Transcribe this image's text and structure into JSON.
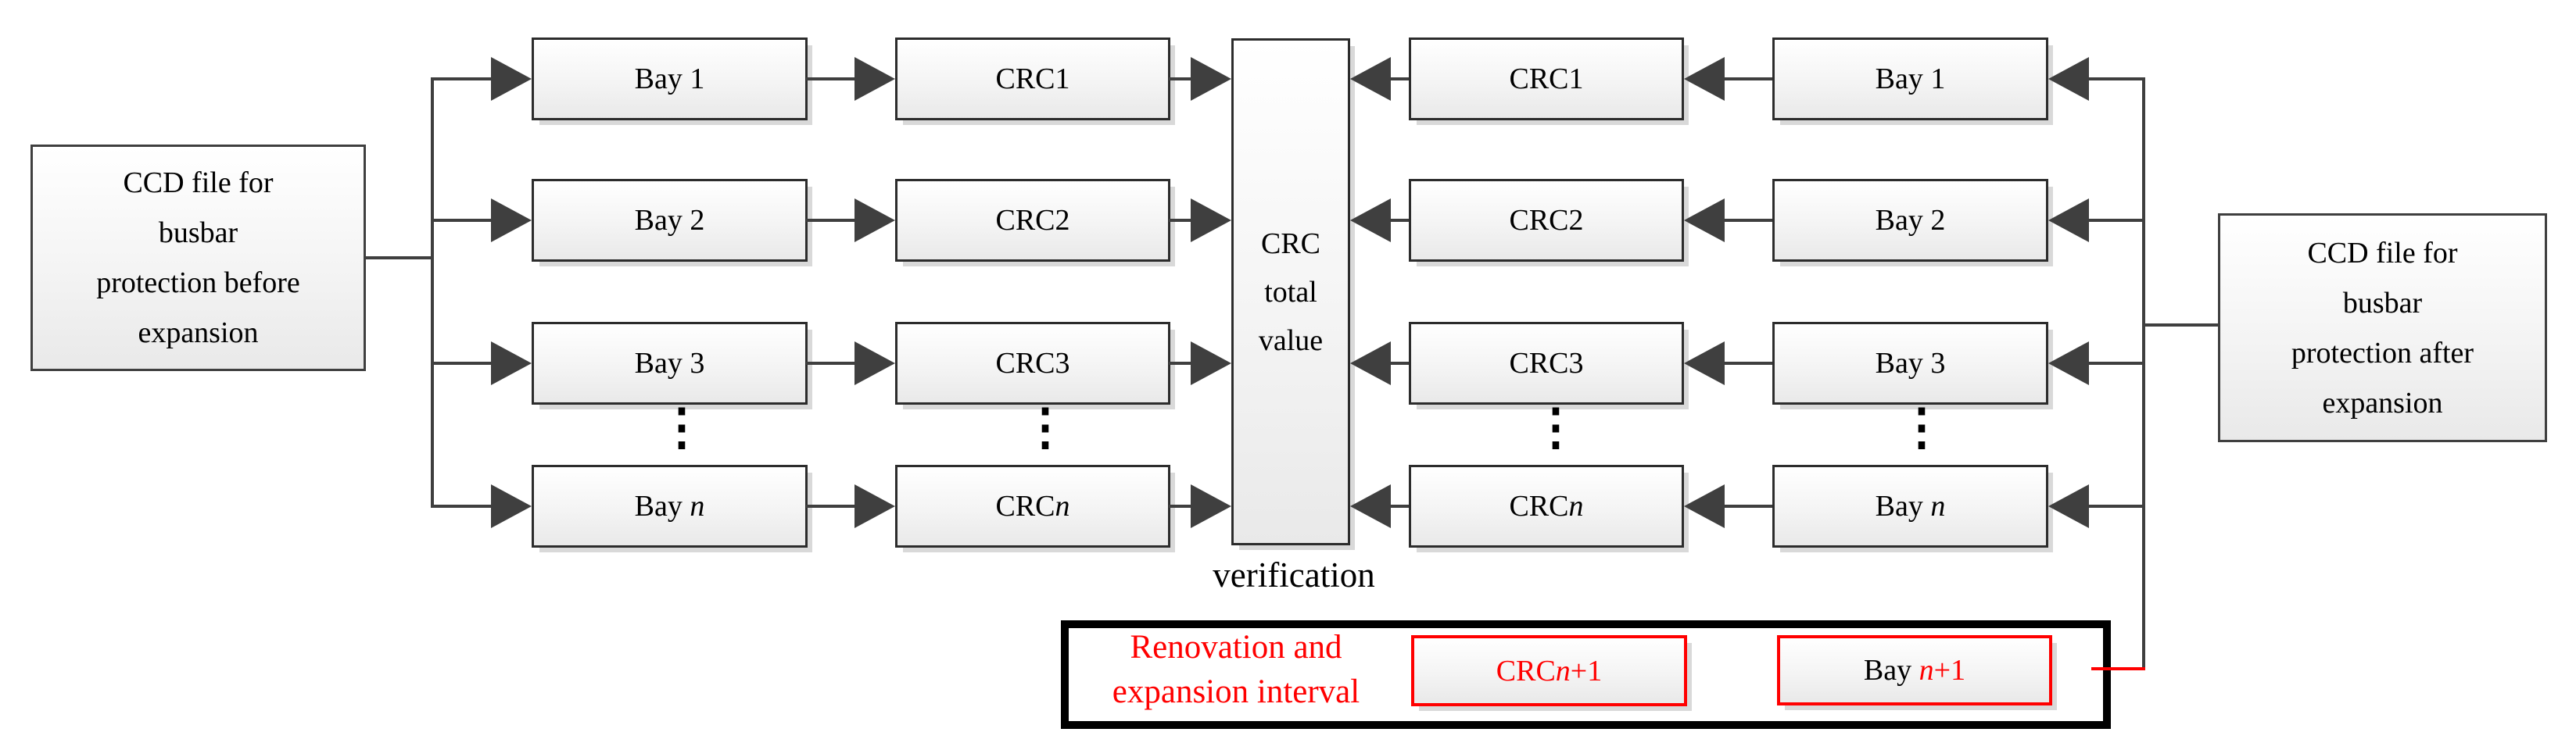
{
  "colors": {
    "highlight_red": "#ff0000",
    "line_gray": "#3f3f3f",
    "box_border": "#2c2c2c"
  },
  "sources": {
    "before": {
      "label": "CCD file for\nbusbar\nprotection before\nexpansion"
    },
    "after": {
      "label": "CCD file for\nbusbar\nprotection after\nexpansion"
    }
  },
  "center": {
    "label": "CRC\ntotal\nvalue",
    "caption": "verification"
  },
  "rows": [
    {
      "bay": {
        "pre": "Bay 1",
        "it": "",
        "post": ""
      },
      "crc": {
        "pre": "CRC1",
        "it": "",
        "post": ""
      }
    },
    {
      "bay": {
        "pre": "Bay 2",
        "it": "",
        "post": ""
      },
      "crc": {
        "pre": "CRC2",
        "it": "",
        "post": ""
      }
    },
    {
      "bay": {
        "pre": "Bay 3",
        "it": "",
        "post": ""
      },
      "crc": {
        "pre": "CRC3",
        "it": "",
        "post": ""
      }
    },
    {
      "bay": {
        "pre": "Bay ",
        "it": "n",
        "post": ""
      },
      "crc": {
        "pre": "CRC",
        "it": "n",
        "post": ""
      }
    }
  ],
  "ellipsis": "⋮",
  "extension": {
    "frame_label": "Renovation and\nexpansion interval",
    "crc_box": {
      "pre": "CRC",
      "it": "n",
      "post": "+1"
    },
    "bay_box": {
      "pre": "Bay ",
      "it": "n",
      "post": "+1"
    }
  }
}
